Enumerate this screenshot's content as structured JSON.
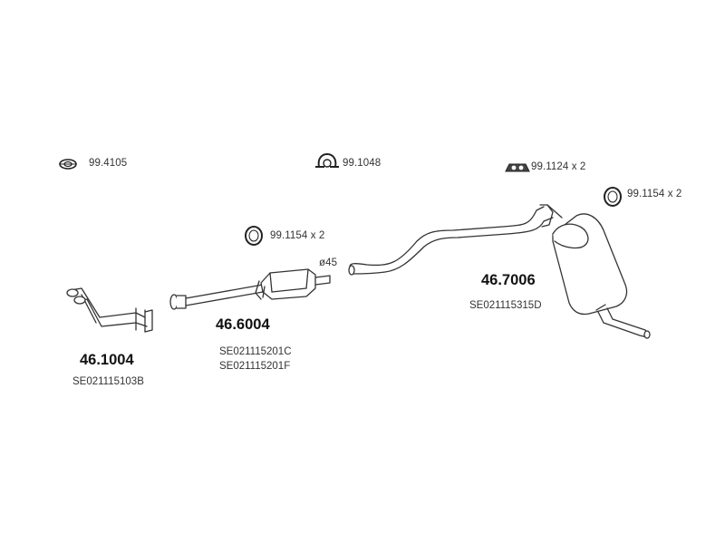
{
  "accessories": {
    "gasket_ref": "99.4105",
    "clamp_ref": "99.1048",
    "hanger_bracket_ref": "99.1124 x 2",
    "ring_top_right_ref": "99.1154 x 2",
    "ring_middle_ref": "99.1154 x 2"
  },
  "parts": {
    "front_pipe": {
      "number": "46.1004",
      "codes": [
        "SE021115103B"
      ]
    },
    "middle_silencer": {
      "number": "46.6004",
      "codes": [
        "SE021115201C",
        "SE021115201F"
      ],
      "diameter": "ø45"
    },
    "rear_silencer": {
      "number": "46.7006",
      "codes": [
        "SE021115315D"
      ]
    }
  }
}
